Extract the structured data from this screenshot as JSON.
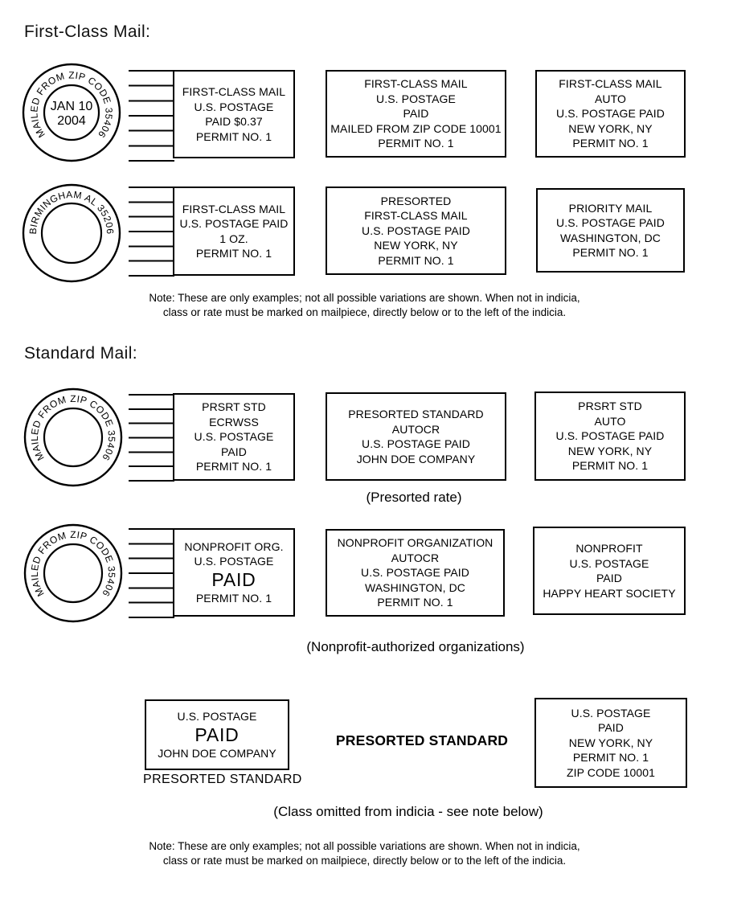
{
  "sections": {
    "first_class": {
      "heading": "First-Class Mail:",
      "rows": [
        {
          "stamp": {
            "ring_text": "MAILED FROM ZIP CODE 35406",
            "center_lines": [
              "JAN 10",
              "2004"
            ]
          },
          "boxes": [
            {
              "lines": [
                "FIRST-CLASS MAIL",
                "U.S. POSTAGE",
                "PAID $0.37",
                "PERMIT NO. 1"
              ]
            },
            {
              "lines": [
                "FIRST-CLASS MAIL",
                "U.S. POSTAGE",
                "PAID",
                "MAILED FROM ZIP CODE 10001",
                "PERMIT NO. 1"
              ]
            },
            {
              "lines": [
                "FIRST-CLASS MAIL",
                "AUTO",
                "U.S. POSTAGE PAID",
                "NEW YORK, NY",
                "PERMIT NO. 1"
              ]
            }
          ]
        },
        {
          "stamp": {
            "ring_text": "BIRMINGHAM AL 35206",
            "center_lines": []
          },
          "boxes": [
            {
              "lines": [
                "FIRST-CLASS MAIL",
                "U.S. POSTAGE PAID",
                "1 OZ.",
                "PERMIT NO. 1"
              ]
            },
            {
              "lines": [
                "PRESORTED",
                "FIRST-CLASS MAIL",
                "U.S. POSTAGE PAID",
                "NEW YORK, NY",
                "PERMIT NO. 1"
              ]
            },
            {
              "lines": [
                "PRIORITY MAIL",
                "U.S. POSTAGE PAID",
                "WASHINGTON, DC",
                "PERMIT NO. 1"
              ]
            }
          ]
        }
      ],
      "note_line1": "Note: These are only examples; not all possible variations are shown. When not in indicia,",
      "note_line2": "class or rate must be marked on mailpiece, directly below or to the left of the indicia."
    },
    "standard": {
      "heading": "Standard Mail:",
      "rows": [
        {
          "stamp": {
            "ring_text": "MAILED FROM ZIP CODE 35406",
            "center_lines": []
          },
          "boxes": [
            {
              "lines": [
                "PRSRT STD",
                "ECRWSS",
                "U.S. POSTAGE",
                "PAID",
                "PERMIT NO. 1"
              ]
            },
            {
              "lines": [
                "PRESORTED STANDARD",
                "AUTOCR",
                "U.S. POSTAGE PAID",
                "JOHN DOE COMPANY"
              ]
            },
            {
              "lines": [
                "PRSRT STD",
                "AUTO",
                "U.S. POSTAGE PAID",
                "NEW YORK, NY",
                "PERMIT NO. 1"
              ]
            }
          ],
          "caption": "(Presorted rate)"
        },
        {
          "stamp": {
            "ring_text": "MAILED FROM ZIP CODE 35406",
            "center_lines": []
          },
          "boxes": [
            {
              "lines": [
                "NONPROFIT ORG.",
                "U.S. POSTAGE",
                {
                  "text": "PAID",
                  "big": true
                },
                "PERMIT NO. 1"
              ]
            },
            {
              "lines": [
                "NONPROFIT ORGANIZATION",
                "AUTOCR",
                "U.S. POSTAGE PAID",
                "WASHINGTON, DC",
                "PERMIT NO. 1"
              ]
            },
            {
              "lines": [
                "NONPROFIT",
                "U.S. POSTAGE",
                "PAID",
                "HAPPY HEART SOCIETY"
              ]
            }
          ],
          "caption": "(Nonprofit-authorized organizations)"
        }
      ],
      "bottom_row": {
        "box_left": {
          "lines": [
            "U.S. POSTAGE",
            {
              "text": "PAID",
              "big": true
            },
            "JOHN DOE COMPANY"
          ],
          "label_below": "PRESORTED STANDARD"
        },
        "center_text": "PRESORTED STANDARD",
        "box_right": {
          "lines": [
            "U.S. POSTAGE",
            "PAID",
            "NEW YORK, NY",
            "PERMIT NO. 1",
            "ZIP CODE 10001"
          ]
        },
        "caption": "(Class omitted from indicia - see note below)"
      },
      "note_line1": "Note: These are only examples; not all possible variations are shown. When not in indicia,",
      "note_line2": "class or rate must be marked on mailpiece, directly below or to the left of the indicia."
    }
  },
  "colors": {
    "ink": "#000000",
    "paper": "#ffffff"
  }
}
